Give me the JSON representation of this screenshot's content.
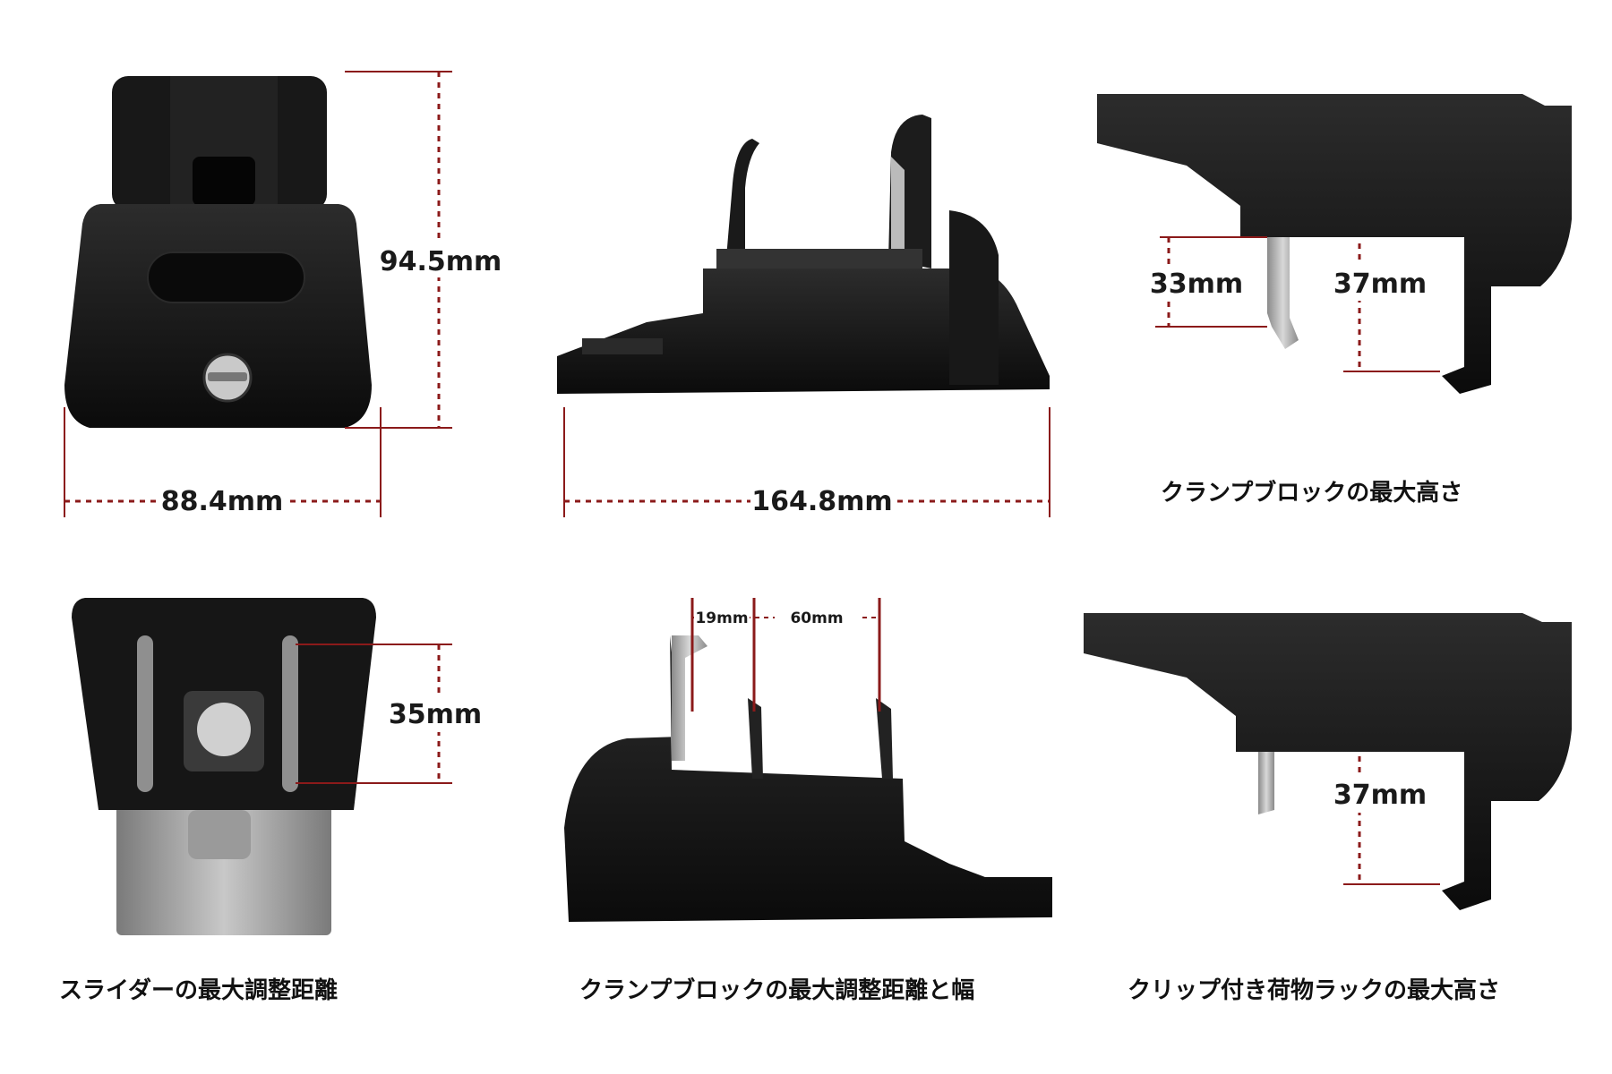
{
  "panels": {
    "clamp_front": {
      "height": "94.5mm",
      "width": "88.4mm"
    },
    "clamp_side": {
      "length": "164.8mm"
    },
    "clamp_height": {
      "dim_a": "33mm",
      "dim_b": "37mm",
      "caption": "クランプブロックの最大高さ"
    },
    "slider": {
      "distance": "35mm",
      "caption": "スライダーの最大調整距離"
    },
    "clamp_adjust": {
      "dim_a": "19mm",
      "dim_b": "60mm",
      "caption": "クランプブロックの最大調整距離と幅"
    },
    "rack_height": {
      "dim": "37mm",
      "caption": "クリップ付き荷物ラックの最大高さ"
    }
  },
  "colors": {
    "body": "#111111",
    "metal": "#b8b8b8",
    "dim_line": "#8b1a1a"
  }
}
